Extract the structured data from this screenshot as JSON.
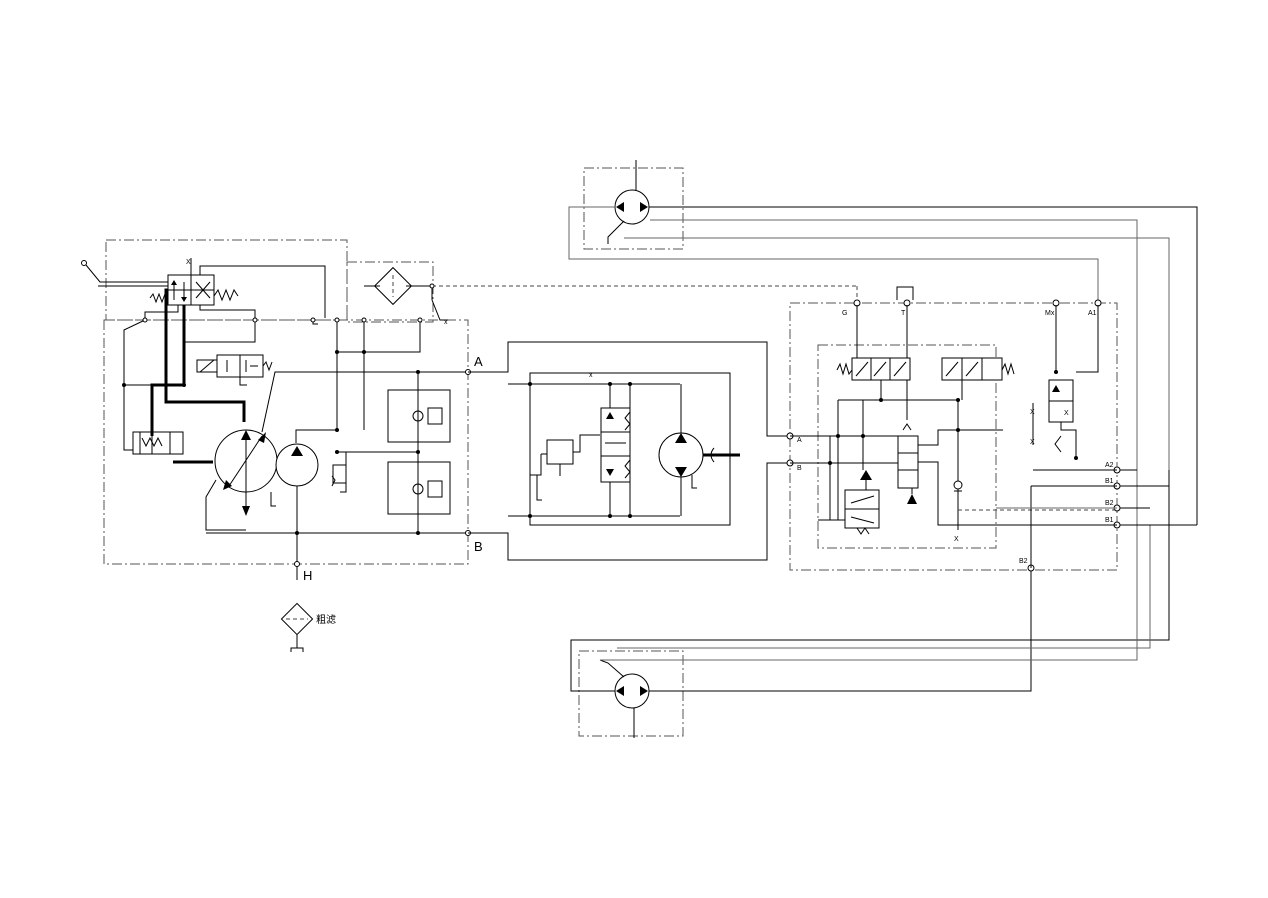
{
  "diagram": {
    "labels": {
      "port_a": "A",
      "port_b": "B",
      "port_h": "H",
      "filter_coarse": "粗滤",
      "valve_port_a": "A",
      "valve_port_b": "B",
      "valve_port_g": "G",
      "valve_port_t": "T",
      "valve_port_mx": "Mx",
      "valve_port_a1": "A1",
      "valve_port_a2": "A2",
      "valve_port_b1a": "B1",
      "valve_port_b2a": "B2",
      "valve_port_b1b": "B1",
      "valve_port_b2b": "B2"
    }
  }
}
